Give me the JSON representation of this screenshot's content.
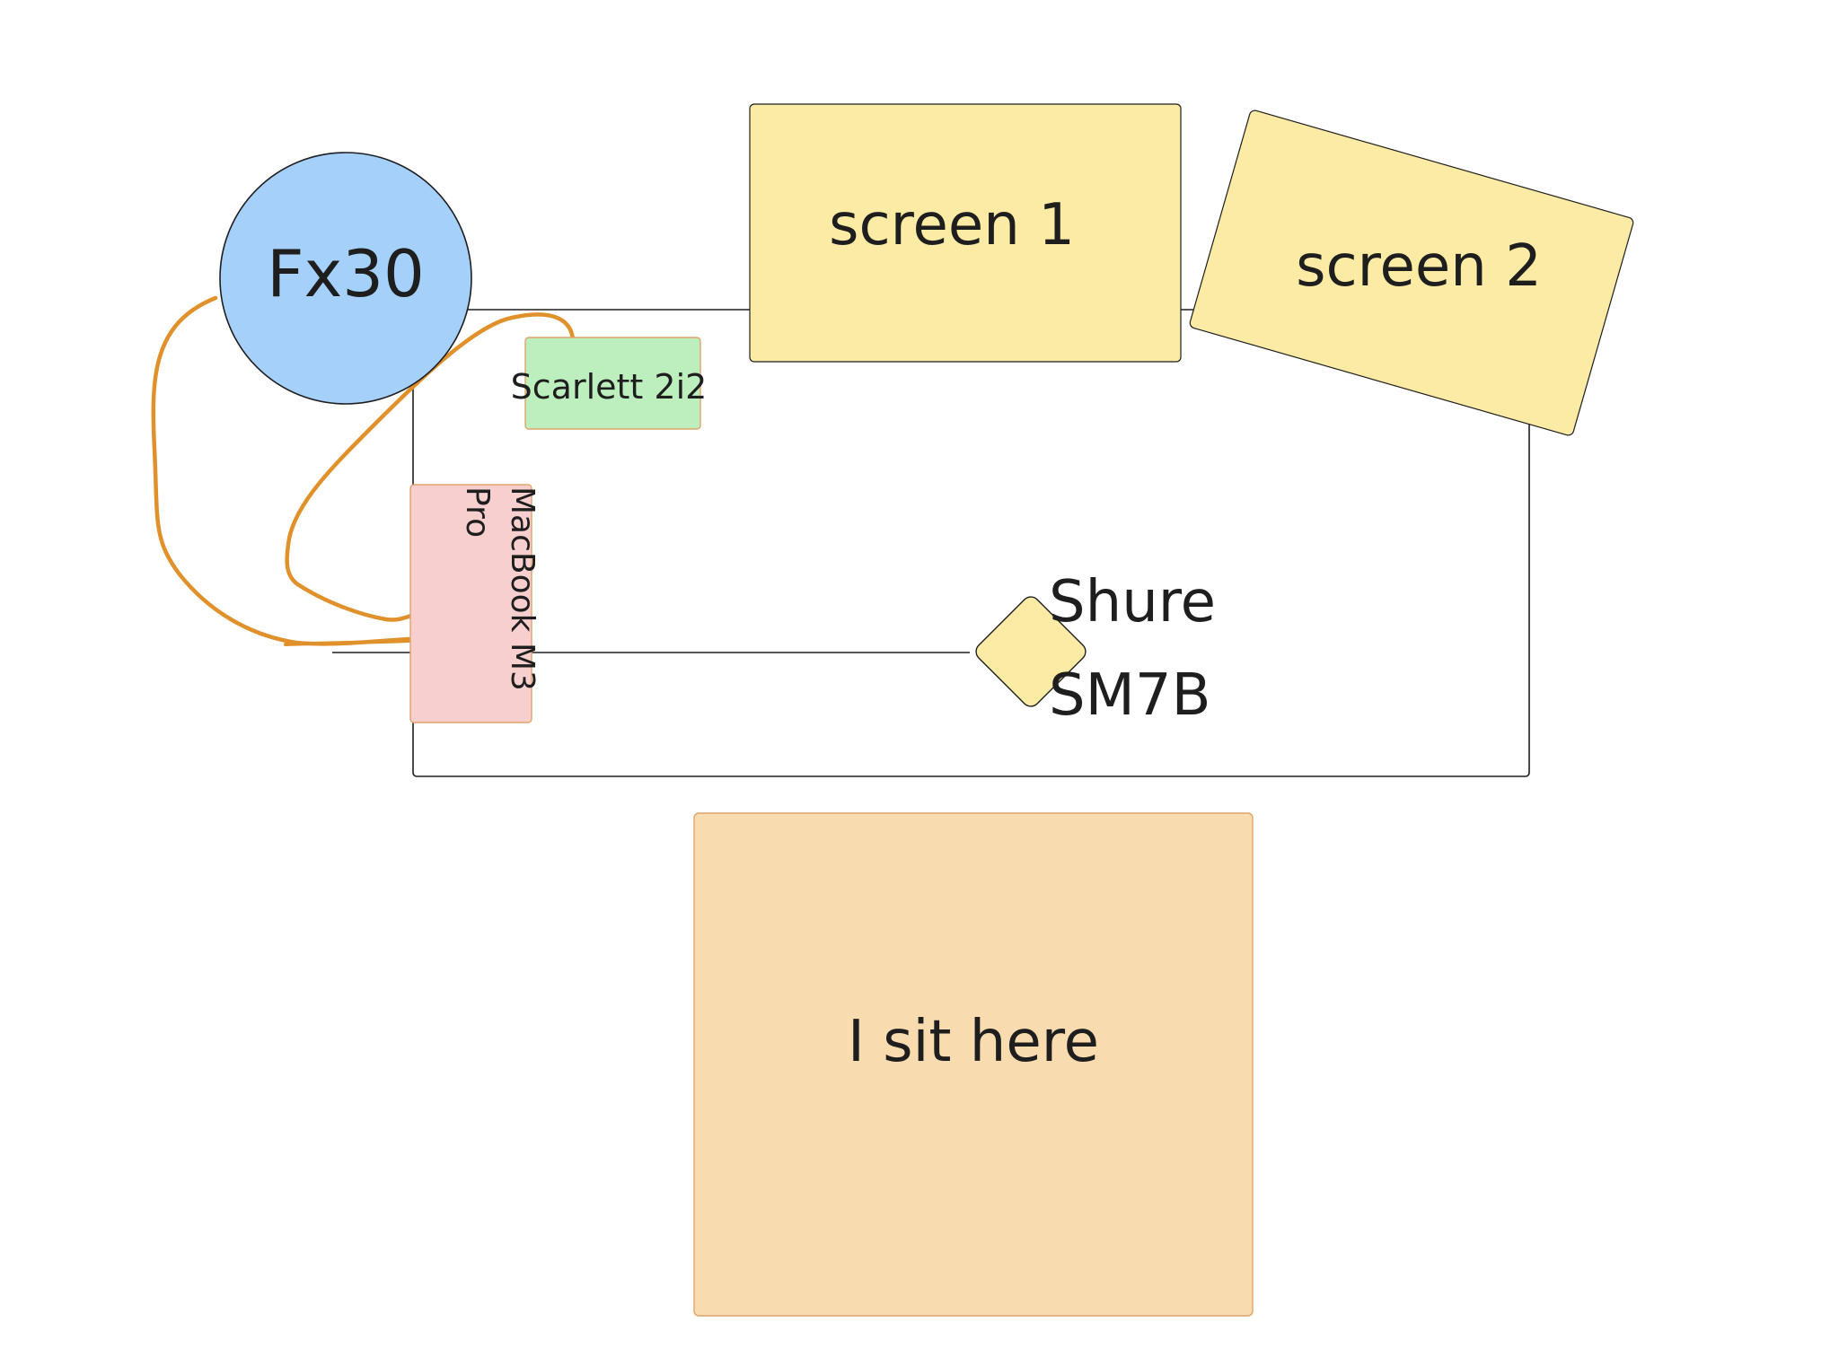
{
  "nodes": {
    "fx30": {
      "label": "Fx30",
      "fill": "#a5d0fa"
    },
    "screen1": {
      "label": "screen 1",
      "fill": "#fbeba4"
    },
    "screen2": {
      "label": "screen 2",
      "fill": "#fbeba4"
    },
    "scarlett": {
      "label": "Scarlett 2i2",
      "fill": "#bdeebd"
    },
    "macbook": {
      "label_line1": "MacBook M3",
      "label_line2": "Pro",
      "fill": "#f8cfcf"
    },
    "mic": {
      "label_line1": "Shure",
      "label_line2": "SM7B",
      "fill": "#fbeba4"
    },
    "seat": {
      "label": "I sit here",
      "fill": "#f8dbae"
    }
  },
  "colors": {
    "outline": "#1e1e1e",
    "cable": "#e0912b",
    "desk_fill": "#ffffff"
  }
}
